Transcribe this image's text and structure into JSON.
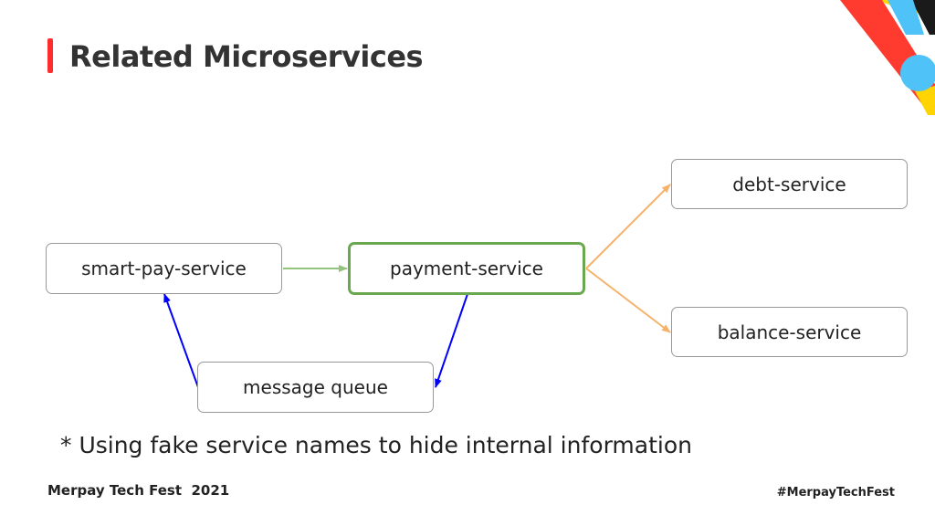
{
  "slide": {
    "title": "Related Microservices",
    "note": "* Using fake service names to hide internal information",
    "footer_event": "Merpay Tech Fest  2021",
    "footer_hashtag": "#MerpayTechFest"
  },
  "diagram": {
    "nodes": {
      "smart_pay": "smart-pay-service",
      "payment": "payment-service",
      "debt": "debt-service",
      "balance": "balance-service",
      "message_queue": "message queue"
    },
    "edges": [
      {
        "from": "smart-pay-service",
        "to": "payment-service",
        "color": "#93c47d"
      },
      {
        "from": "payment-service",
        "to": "debt-service",
        "color": "#f6b26b"
      },
      {
        "from": "payment-service",
        "to": "balance-service",
        "color": "#f6b26b"
      },
      {
        "from": "payment-service",
        "to": "message queue",
        "color": "#0000ff"
      },
      {
        "from": "message queue",
        "to": "smart-pay-service",
        "color": "#0000ff"
      }
    ]
  },
  "colors": {
    "title_accent": "#ff2d2d",
    "highlight_border": "#6aa84f",
    "node_border": "#999999",
    "deco_red": "#ff3b30",
    "deco_yellow": "#ffd400",
    "deco_blue": "#4fc3f7",
    "deco_black": "#1a1a1a"
  }
}
